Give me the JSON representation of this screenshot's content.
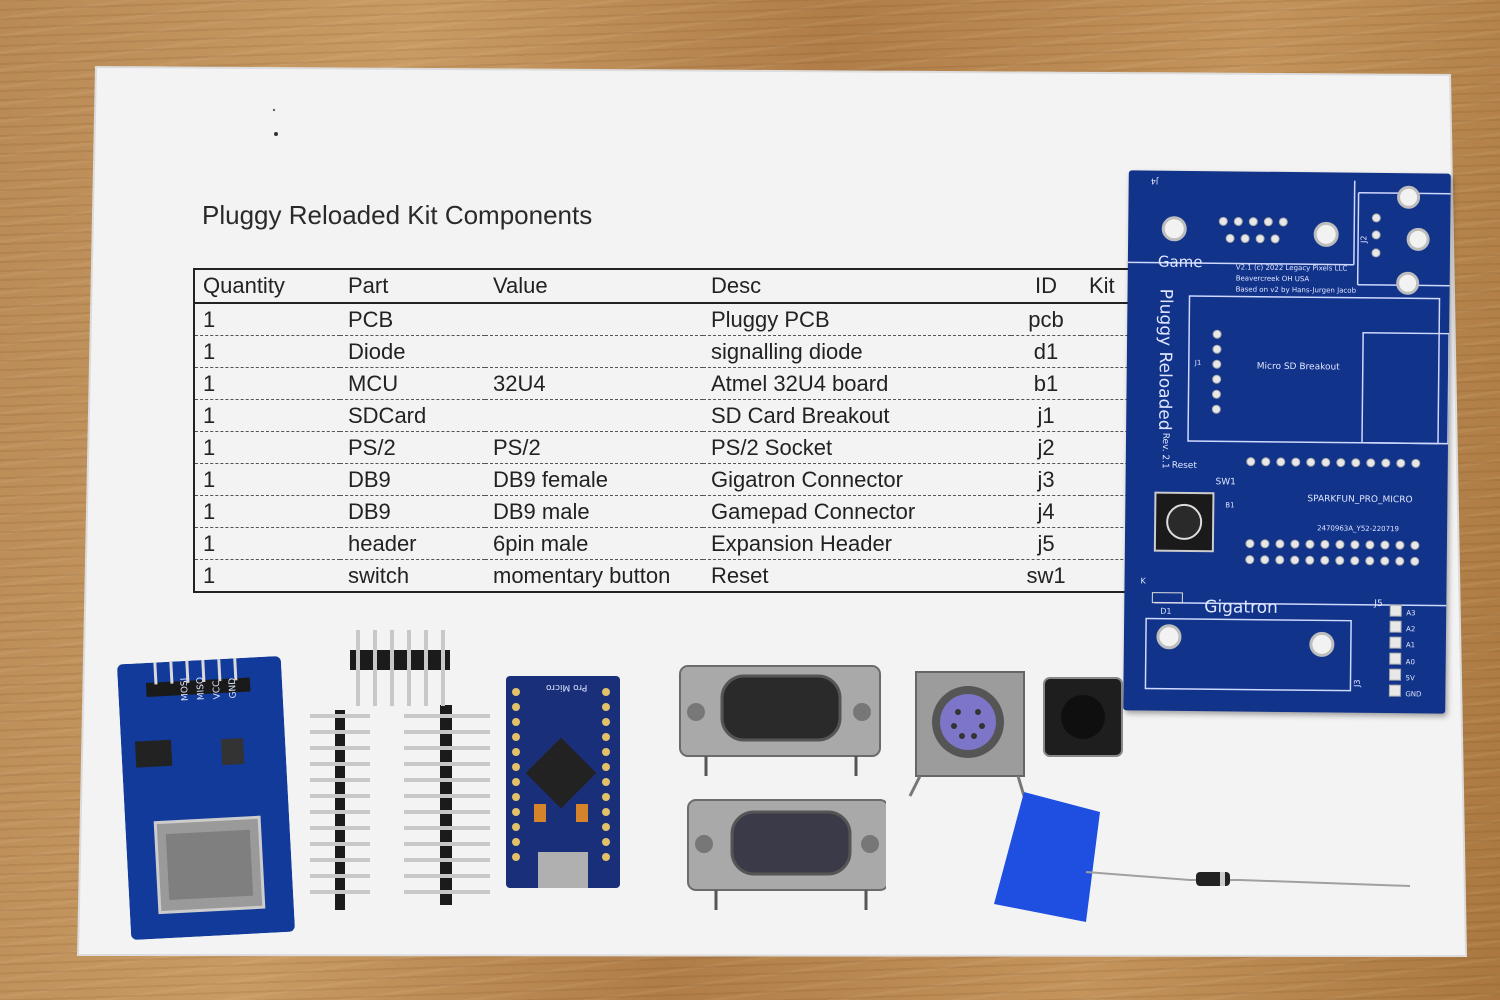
{
  "document": {
    "title": "Pluggy Reloaded Kit Components",
    "columns": [
      "Quantity",
      "Part",
      "Value",
      "Desc",
      "ID",
      "Kit"
    ],
    "rows": [
      [
        "1",
        "PCB",
        "",
        "Pluggy PCB",
        "pcb"
      ],
      [
        "1",
        "Diode",
        "",
        "signalling diode",
        "d1"
      ],
      [
        "1",
        "MCU",
        "32U4",
        "Atmel 32U4 board",
        "b1"
      ],
      [
        "1",
        "SDCard",
        "",
        "SD Card Breakout",
        "j1"
      ],
      [
        "1",
        "PS/2",
        "PS/2",
        "PS/2 Socket",
        "j2"
      ],
      [
        "1",
        "DB9",
        "DB9 female",
        "Gigatron Connector",
        "j3"
      ],
      [
        "1",
        "DB9",
        "DB9 male",
        "Gamepad Connector",
        "j4"
      ],
      [
        "1",
        "header",
        "6pin male",
        "Expansion Header",
        "j5"
      ],
      [
        "1",
        "switch",
        "momentary button",
        "Reset",
        "sw1"
      ]
    ]
  },
  "pcb": {
    "label_game": "Game",
    "label_name": "Pluggy Reloaded",
    "label_rev": "Rev. 2.1",
    "label_copyright": "V2.1 (c) 2022 Legacy Pixels LLC",
    "label_location": "Beavercreek OH USA",
    "label_based": "Based on v2 by Hans-Jurgen Jacob",
    "label_micro_sd": "Micro SD Breakout",
    "label_reset": "Reset",
    "label_sw1": "SW1",
    "label_sparkfun": "SPARKFUN_PRO_MICRO",
    "label_serial": "2470963A_Y52-220719",
    "label_gigatron": "Gigatron",
    "label_j5": "J5",
    "label_d1": "D1",
    "label_j1": "J1",
    "label_j2": "J2",
    "label_j3": "J3",
    "label_j4": "J4",
    "label_k": "K",
    "label_b1": "B1",
    "j5_pins": [
      "A3",
      "A2",
      "A1",
      "A0",
      "5V",
      "GND"
    ]
  },
  "sd_module": {
    "pin_labels": [
      "MOSI",
      "MISO",
      "VCC",
      "GND"
    ]
  },
  "pro_micro": {
    "label": "Pro Micro"
  },
  "colors": {
    "pcb_blue": "#12338a",
    "paper": "#f3f3f3",
    "desk_wood": "#b98a55",
    "tape_blue": "#1f4fe0"
  }
}
